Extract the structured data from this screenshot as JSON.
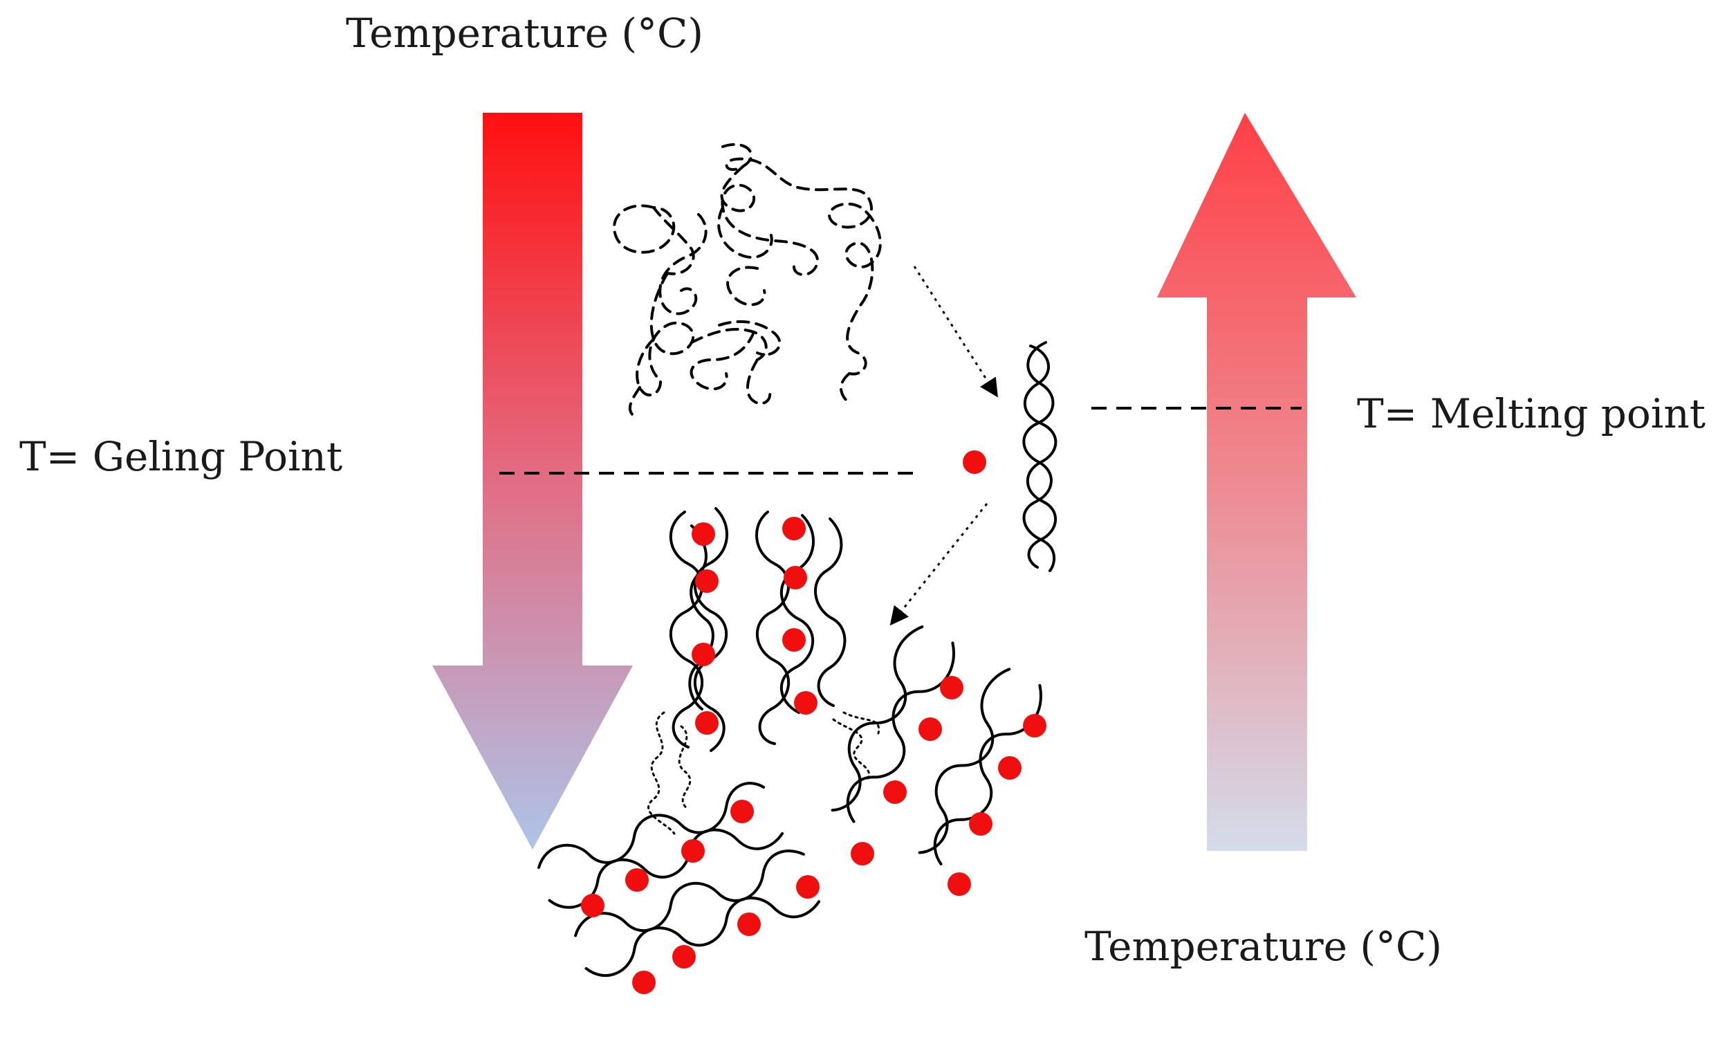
{
  "labels": {
    "top_temperature": "Temperature (°C)",
    "bottom_temperature": "Temperature (°C)",
    "geling_point": "T= Geling Point",
    "melting_point": "T= Melting point"
  },
  "colors": {
    "hot": "#ff1010",
    "mid": "#ee6f80",
    "cool_blue": "#b1c4e6",
    "cool_gray": "#d7dde9",
    "chain": "#000000",
    "ion": "#ef0f0f"
  },
  "arrows": {
    "cooling": {
      "direction": "down",
      "gradient": "red-to-blue",
      "icon": "cooling-arrow-icon"
    },
    "heating": {
      "direction": "up",
      "gradient": "red-to-pale-blue",
      "icon": "heating-arrow-icon"
    }
  }
}
